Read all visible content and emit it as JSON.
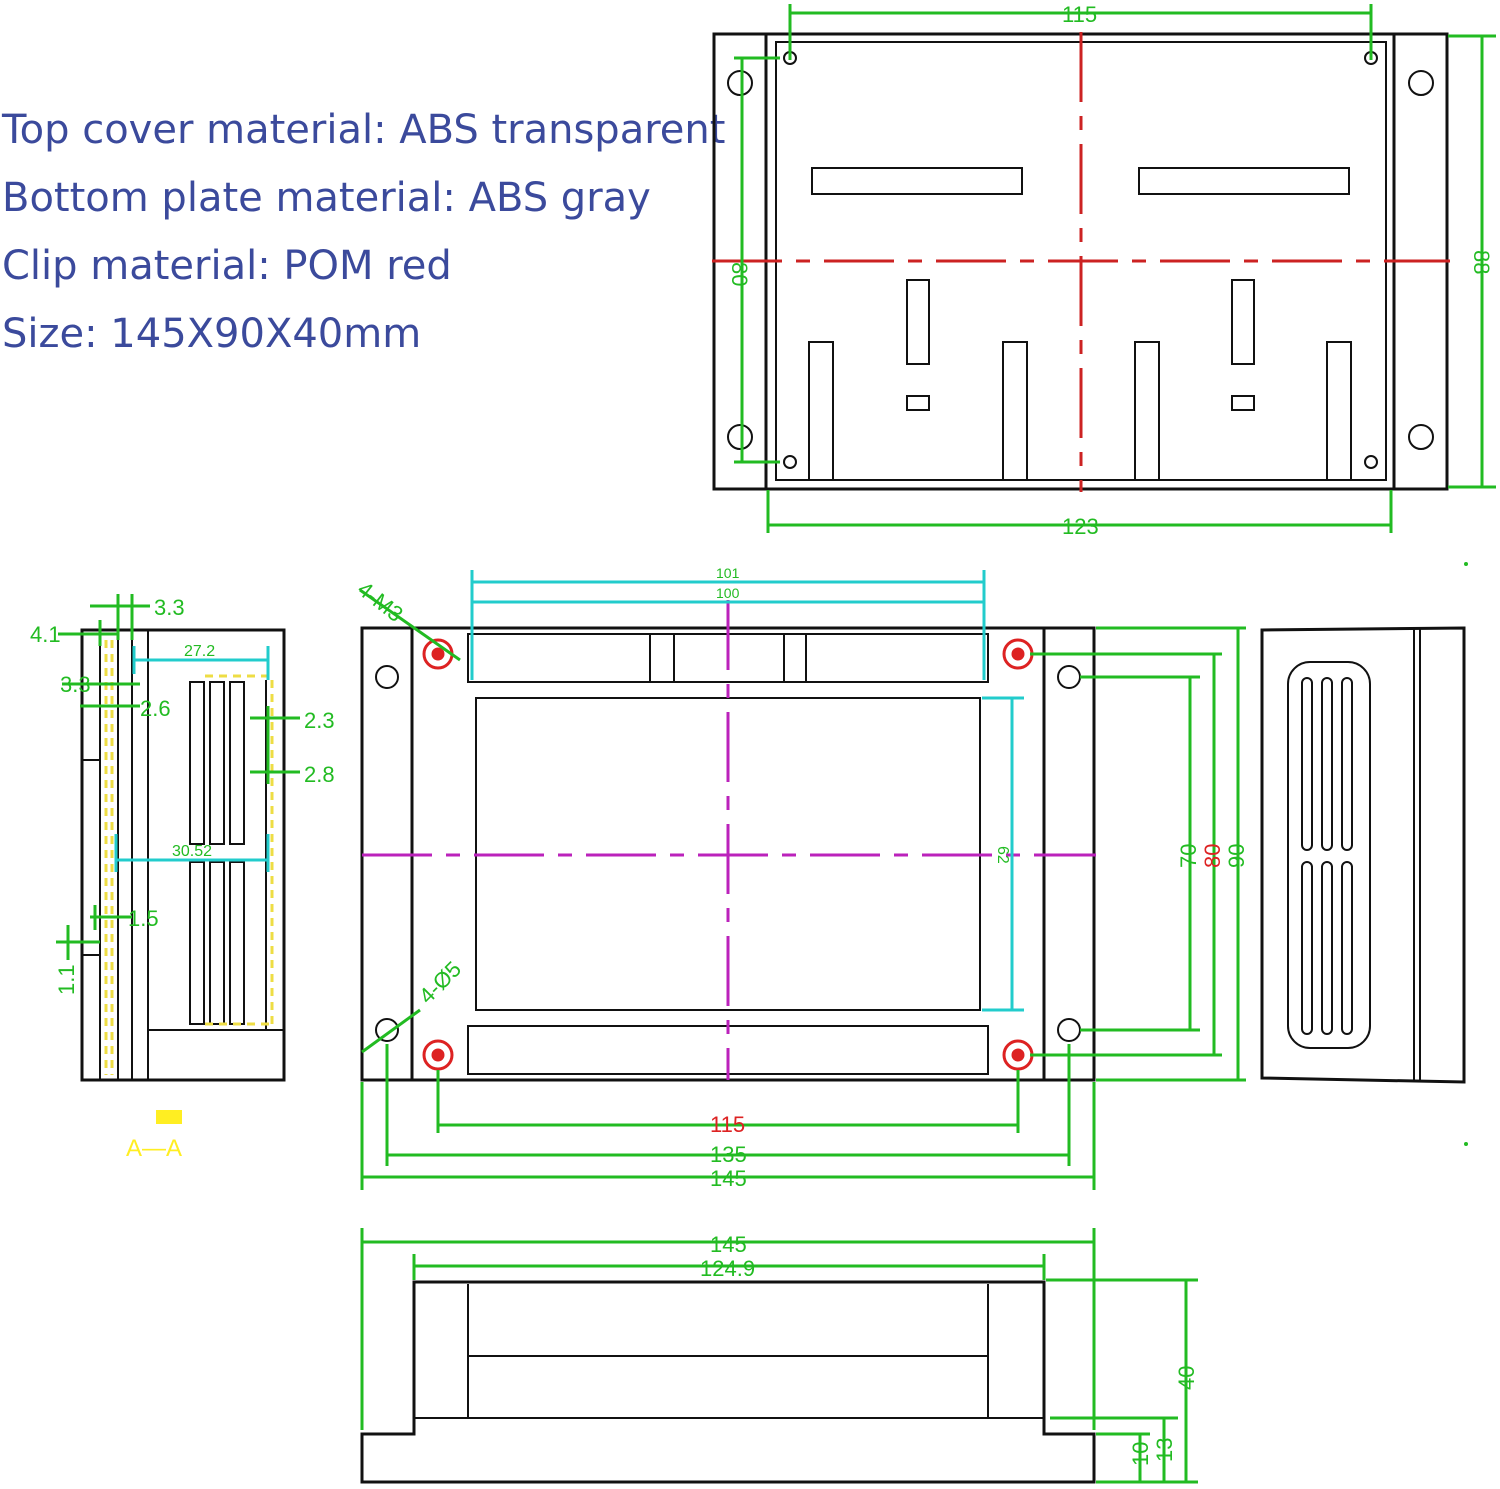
{
  "specs": {
    "top_cover": "Top cover material: ABS transparent",
    "bottom_plate": "Bottom plate material: ABS gray",
    "clip": "Clip material: POM red",
    "size": "Size: 145X90X40mm"
  },
  "top_view": {
    "width_inner": "115",
    "width_outer": "123",
    "height_inner": "80",
    "height_outer": "88"
  },
  "front_view": {
    "hole_label_1": "4-M3",
    "hole_label_2": "4-Ø5",
    "top_dim_1": "101",
    "top_dim_2": "100",
    "window_height": "62",
    "dim_70": "70",
    "dim_80": "80",
    "dim_90": "90",
    "dim_115": "115",
    "dim_135": "135",
    "dim_145": "145"
  },
  "section_view": {
    "d_3_3_a": "3.3",
    "d_4_1": "4.1",
    "d_27_2": "27.2",
    "d_3_3_b": "3.3",
    "d_2_6": "2.6",
    "d_2_3": "2.3",
    "d_2_8": "2.8",
    "d_30_52": "30.52",
    "d_1_5": "1.5",
    "d_1_1": "1.1",
    "section_mark": "A—A"
  },
  "bottom_view": {
    "dim_145": "145",
    "dim_124_9": "124.9",
    "dim_40": "40",
    "dim_10": "10",
    "dim_13": "13"
  },
  "colors": {
    "dimension": "#22bb22",
    "centerline_red": "#cc2222",
    "centerline_magenta": "#bb22bb",
    "cyan": "#22cccc",
    "text_blue": "#3b4a9c"
  }
}
